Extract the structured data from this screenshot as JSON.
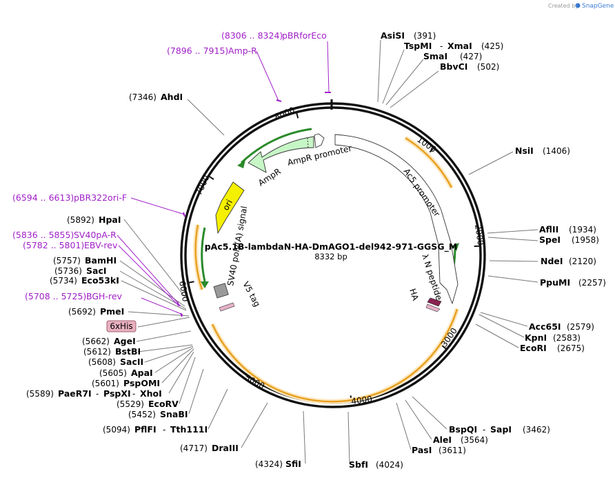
{
  "credit": {
    "created_by": "Created by",
    "brand": "SnapGene"
  },
  "plasmid": {
    "name": "pAc5.1B-lambdaN-HA-DmAGO1-del942-971-GGSG_M",
    "length": "8332 bp",
    "total_bp": 8332
  },
  "ticks": [
    "1000",
    "2000",
    "3000",
    "4000",
    "5000",
    "6000",
    "7000",
    "8000"
  ],
  "sites": [
    {
      "name": "AsiSI",
      "pos": "(391)"
    },
    {
      "name": "TspMI",
      "pos": "(425)",
      "alt": "XmaI"
    },
    {
      "name": "SmaI",
      "pos": "(427)"
    },
    {
      "name": "BbvCI",
      "pos": "(502)"
    },
    {
      "name": "NsiI",
      "pos": "(1406)"
    },
    {
      "name": "AflII",
      "pos": "(1934)"
    },
    {
      "name": "SpeI",
      "pos": "(1958)"
    },
    {
      "name": "NdeI",
      "pos": "(2120)"
    },
    {
      "name": "PpuMI",
      "pos": "(2257)"
    },
    {
      "name": "Acc65I",
      "pos": "(2579)"
    },
    {
      "name": "KpnI",
      "pos": "(2583)"
    },
    {
      "name": "EcoRI",
      "pos": "(2675)"
    },
    {
      "name": "BspQI",
      "pos": "(3462)",
      "alt": "SapI"
    },
    {
      "name": "AleI",
      "pos": "(3564)"
    },
    {
      "name": "PasI",
      "pos": "(3611)"
    },
    {
      "name": "SbfI",
      "pos": "(4024)"
    },
    {
      "name": "SfiI",
      "pos": "(4324)"
    },
    {
      "name": "DraIII",
      "pos": "(4717)"
    },
    {
      "name": "PflFI",
      "pos": "(5094)",
      "alt": "Tth111I"
    },
    {
      "name": "SnaBI",
      "pos": "(5452)"
    },
    {
      "name": "EcoRV",
      "pos": "(5529)"
    },
    {
      "name": "PaeR7I",
      "pos": "(5589)",
      "alt": "PspXI",
      "alt2": "XhoI"
    },
    {
      "name": "PspOMI",
      "pos": "(5601)"
    },
    {
      "name": "ApaI",
      "pos": "(5605)"
    },
    {
      "name": "SacII",
      "pos": "(5608)"
    },
    {
      "name": "BstBI",
      "pos": "(5612)"
    },
    {
      "name": "AgeI",
      "pos": "(5662)"
    },
    {
      "name": "PmeI",
      "pos": "(5692)"
    },
    {
      "name": "Eco53kI",
      "pos": "(5734)"
    },
    {
      "name": "SacI",
      "pos": "(5736)"
    },
    {
      "name": "BamHI",
      "pos": "(5757)"
    },
    {
      "name": "HpaI",
      "pos": "(5892)"
    },
    {
      "name": "AhdI",
      "pos": "(7346)"
    }
  ],
  "primers": [
    {
      "range": "(8306 .. 8324)",
      "name": "pBRforEco"
    },
    {
      "range": "(7896 .. 7915)",
      "name": "Amp-R"
    },
    {
      "range": "(6594 .. 6613)",
      "name": "pBR322ori-F"
    },
    {
      "range": "(5836 .. 5855)",
      "name": "SV40pA-R"
    },
    {
      "range": "(5782 .. 5801)",
      "name": "EBV-rev"
    },
    {
      "range": "(5708 .. 5725)",
      "name": "BGH-rev"
    }
  ],
  "features": {
    "ampr_promoter": "AmpR promoter",
    "ampr": "AmpR",
    "ori": "ori",
    "ac5_promoter": "Ac5 promoter",
    "sv40": "SV40 poly(A) signal",
    "v5": "V5 tag",
    "ha": "HA",
    "lambda_n": "λ N peptide",
    "his": "6xHis"
  },
  "colors": {
    "backbone": "#111111",
    "orf": "#f0a830",
    "orf_fill": "#fde8c0",
    "ampr": "#c6f5c6",
    "ori": "#f5f000",
    "primer": "#a020c8",
    "his_badge": "#e8b0c0"
  }
}
